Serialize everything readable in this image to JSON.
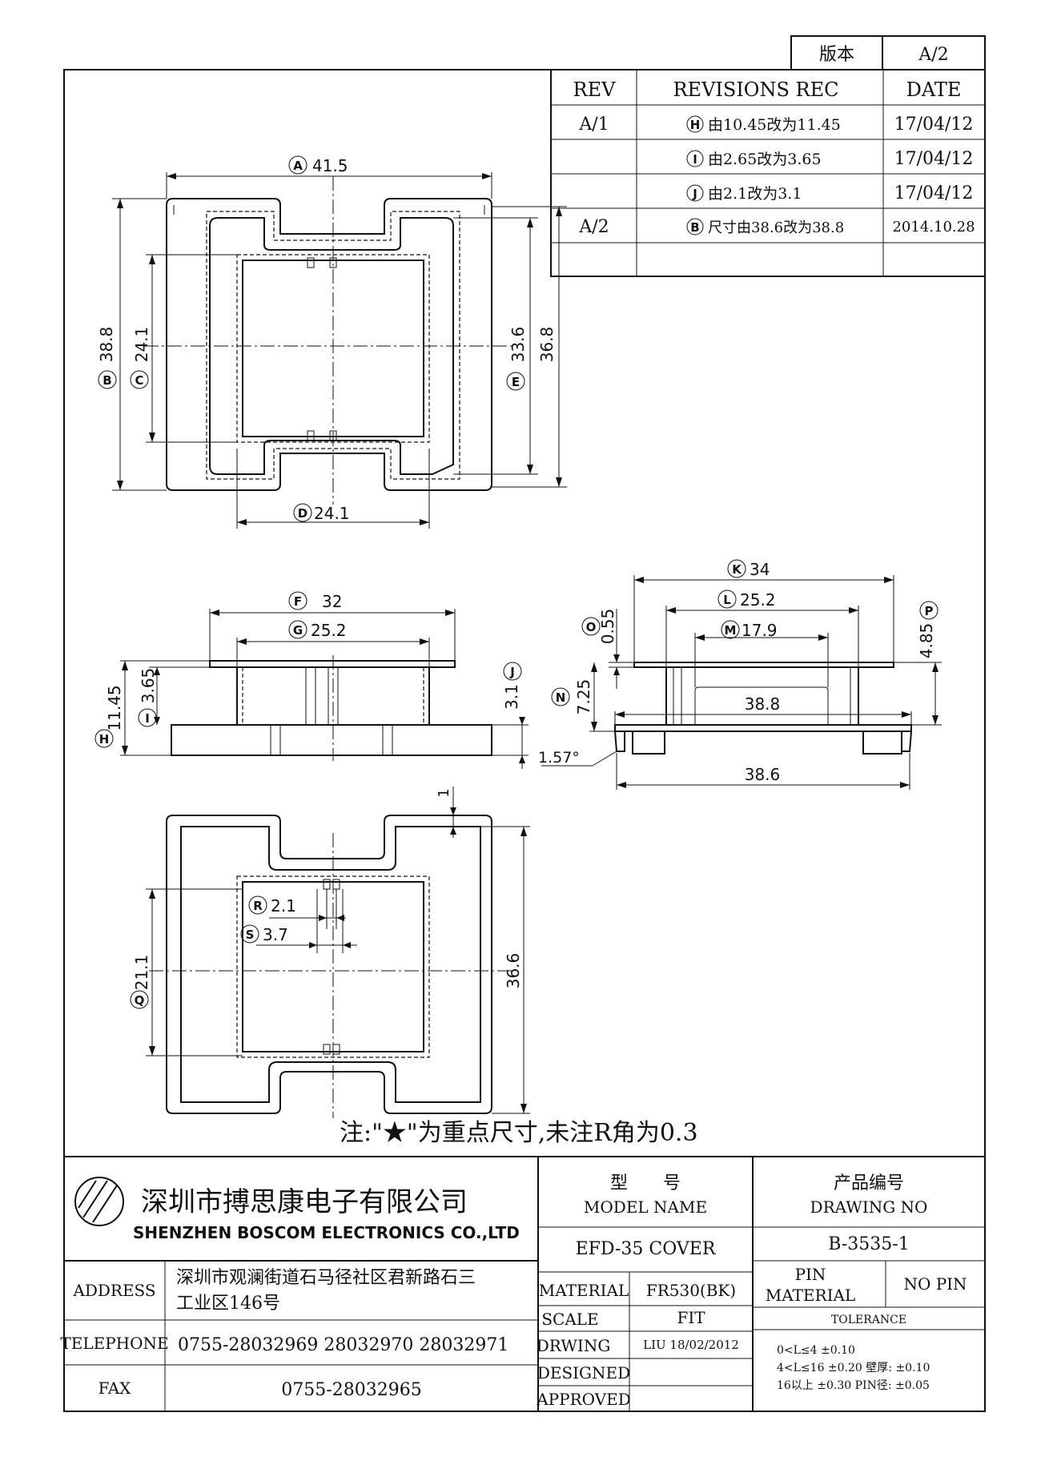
{
  "version_box": {
    "label": "版本",
    "value": "A/2"
  },
  "revisions": {
    "headers": {
      "rev": "REV",
      "rec": "REVISIONS REC",
      "date": "DATE"
    },
    "rows": [
      {
        "rev": "A/1",
        "badge": "H",
        "text": "由10.45改为11.45",
        "date": "17/04/12"
      },
      {
        "rev": "",
        "badge": "I",
        "text": "由2.65改为3.65",
        "date": "17/04/12"
      },
      {
        "rev": "",
        "badge": "J",
        "text": "由2.1改为3.1",
        "date": "17/04/12"
      },
      {
        "rev": "A/2",
        "badge": "B",
        "text": "尺寸由38.6改为38.8",
        "date": "2014.10.28"
      }
    ]
  },
  "dims": {
    "A": {
      "tag": "A",
      "value": "41.5"
    },
    "B": {
      "tag": "B",
      "value": "38.8"
    },
    "C": {
      "tag": "C",
      "value": "24.1"
    },
    "D": {
      "tag": "D",
      "value": "24.1"
    },
    "E": {
      "tag": "E",
      "value": "33.6"
    },
    "E2": {
      "value": "36.8"
    },
    "F": {
      "tag": "F",
      "value": "32"
    },
    "G": {
      "tag": "G",
      "value": "25.2"
    },
    "H": {
      "tag": "H",
      "value": "11.45"
    },
    "I": {
      "tag": "I",
      "value": "3.65"
    },
    "J": {
      "tag": "J",
      "value": "3.1"
    },
    "K": {
      "tag": "K",
      "value": "34"
    },
    "L": {
      "tag": "L",
      "value": "25.2"
    },
    "M": {
      "tag": "M",
      "value": "17.9"
    },
    "N": {
      "tag": "N",
      "value": "7.25"
    },
    "O": {
      "tag": "O",
      "value": "0.55"
    },
    "P": {
      "tag": "P",
      "value": "4.85"
    },
    "side_388": {
      "value": "38.8"
    },
    "side_386": {
      "value": "38.6"
    },
    "angle": {
      "value": "1.57°"
    },
    "Q": {
      "tag": "Q",
      "value": "21.1"
    },
    "R": {
      "tag": "R",
      "value": "2.1"
    },
    "S": {
      "tag": "S",
      "value": "3.7"
    },
    "bottom_366": {
      "value": "36.6"
    },
    "bottom_1": {
      "value": "1"
    }
  },
  "note": "注:\"★\"为重点尺寸,未注R角为0.3",
  "title_block": {
    "company_cn": "深圳市搏思康电子有限公司",
    "company_en": "SHENZHEN BOSCOM ELECTRONICS CO.,LTD",
    "model_label_cn": "型　　号",
    "model_label_en": "MODEL NAME",
    "model_value": "EFD-35 COVER",
    "drawing_label_cn": "产品编号",
    "drawing_label_en": "DRAWING NO",
    "drawing_value": "B-3535-1",
    "address_label": "ADDRESS",
    "address_line1": "深圳市观澜街道石马径社区君新路石三",
    "address_line2": "工业区146号",
    "telephone_label": "TELEPHONE",
    "telephone_value": "0755-28032969 28032970 28032971",
    "fax_label": "FAX",
    "fax_value": "0755-28032965",
    "material_label": "MATERIAL",
    "material_value": "FR530(BK)",
    "scale_label": "SCALE",
    "scale_value": "FIT",
    "drawing_by_label": "DRWING",
    "drawing_by_value": "LIU 18/02/2012",
    "designed_label": "DESIGNED",
    "approved_label": "APPROVED",
    "pin_material_label1": "PIN",
    "pin_material_label2": "MATERIAL",
    "pin_material_value": "NO PIN",
    "tolerance_label": "TOLERANCE",
    "tolerance_lines": [
      "0<L≤4  ±0.10",
      "4<L≤16 ±0.20  壁厚:  ±0.10",
      "16以上   ±0.30  PIN径: ±0.05"
    ]
  }
}
